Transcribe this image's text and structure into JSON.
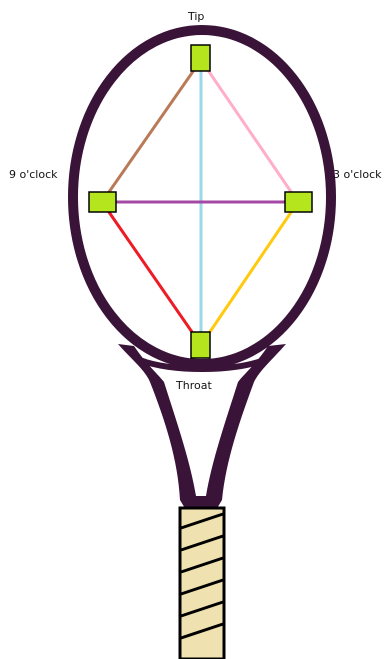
{
  "labels": {
    "tip": "Tip",
    "nine": "9 o'clock",
    "three": "3 o'clock",
    "throat": "Throat"
  },
  "colors": {
    "frame": "#3a1338",
    "grip": "#efe2b0",
    "grip_wrap": "#000000",
    "marker": "#b5e61d",
    "line_tip_nine": "#b97a57",
    "line_tip_three": "#ffaec9",
    "line_nine_throat": "#ed1c24",
    "line_three_throat": "#ffc90e",
    "line_tip_throat": "#99d9ea",
    "line_nine_three": "#a349a4"
  }
}
